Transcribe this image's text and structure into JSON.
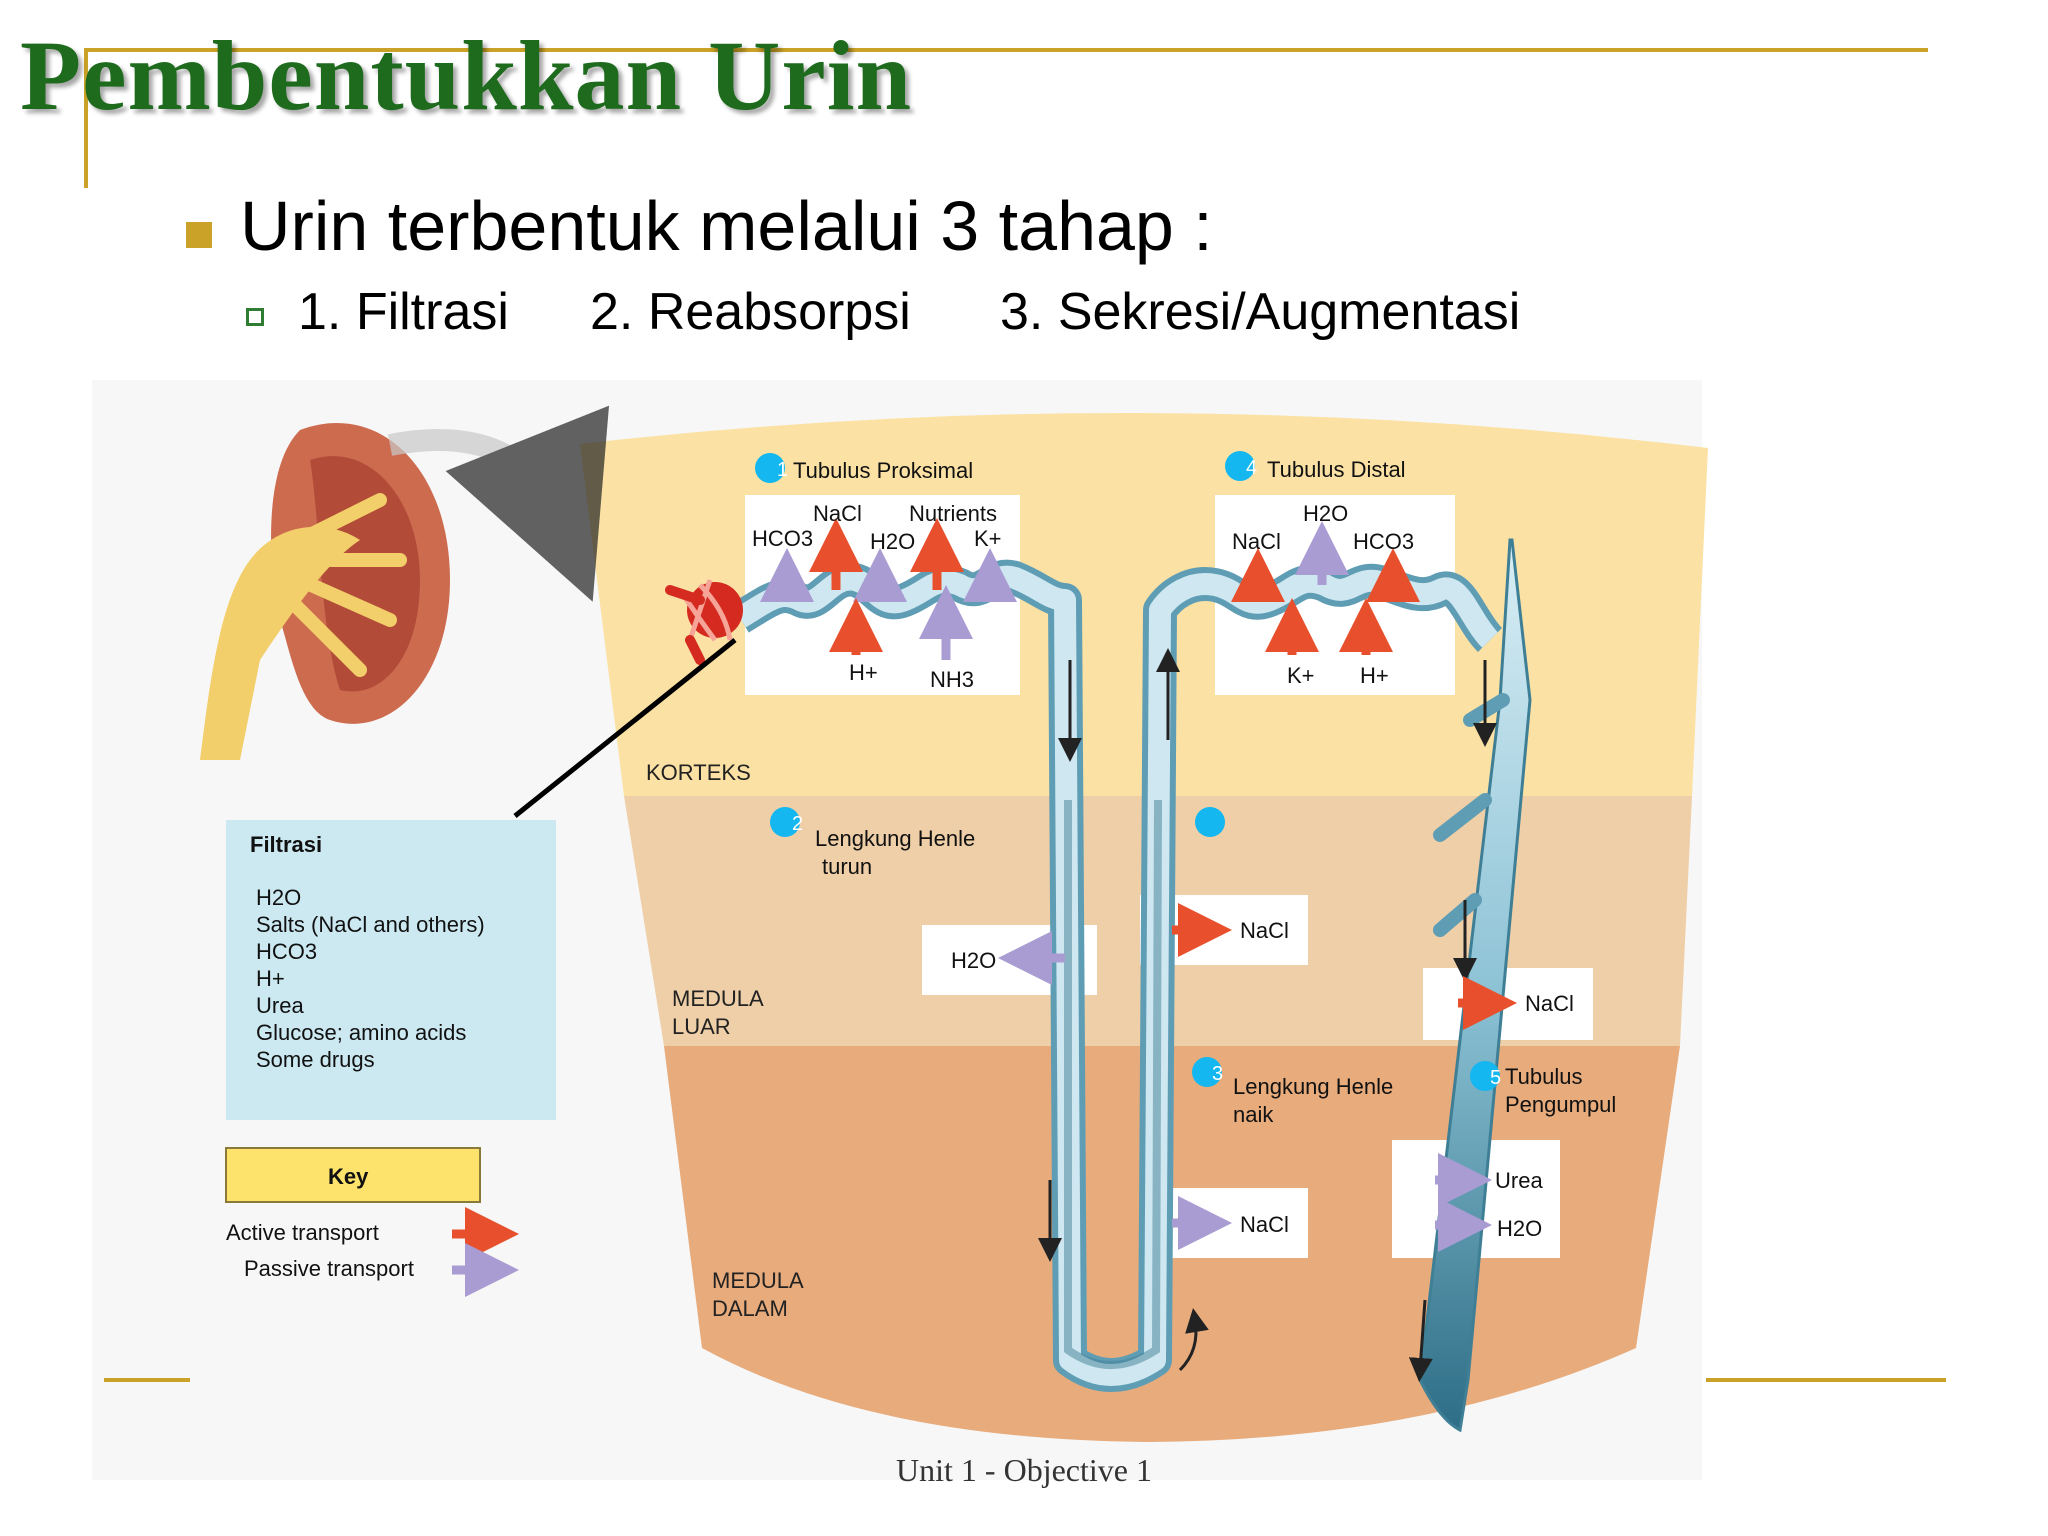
{
  "slide": {
    "title": "Pembentukkan Urin",
    "bullet": "Urin terbentuk melalui 3 tahap :",
    "sub_items": [
      "1. Filtrasi",
      "2. Reabsorpsi",
      "3. Sekresi/Augmentasi"
    ],
    "footer": "Unit 1 - Objective 1"
  },
  "diagram": {
    "zones": {
      "korteks": "KORTEKS",
      "medula_luar_1": "MEDULA",
      "medula_luar_2": "LUAR",
      "medula_dalam_1": "MEDULA",
      "medula_dalam_2": "DALAM"
    },
    "segments": {
      "s1_num": "1",
      "s1_label": "Tubulus Proksimal",
      "s2_num": "2",
      "s2_label_1": "Lengkung Henle",
      "s2_label_2": "turun",
      "s3_num": "3",
      "s3_label_1": "Lengkung Henle",
      "s3_label_2": "naik",
      "s4_num": "4",
      "s4_label": "Tubulus Distal",
      "s5_num": "5",
      "s5_label_1": "Tubulus",
      "s5_label_2": "Pengumpul"
    },
    "proximal": {
      "nacl": "NaCl",
      "nutrients": "Nutrients",
      "hco3": "HCO3",
      "h2o": "H2O",
      "k": "K+",
      "h": "H+",
      "nh3": "NH3"
    },
    "distal": {
      "h2o": "H2O",
      "nacl": "NaCl",
      "hco3": "HCO3",
      "k": "K+",
      "h": "H+"
    },
    "descending_box": "H2O",
    "ascending_upper_box": "NaCl",
    "ascending_lower_box": "NaCl",
    "collecting_upper_box": "NaCl",
    "collecting_lower_box": {
      "urea": "Urea",
      "h2o": "H2O"
    },
    "filtration": {
      "title": "Filtrasi",
      "items": [
        "H2O",
        "Salts (NaCl and others)",
        "HCO3",
        "H+",
        "Urea",
        "Glucose; amino acids",
        "Some drugs"
      ]
    },
    "key": {
      "title": "Key",
      "active": "Active transport",
      "passive": "Passive transport"
    },
    "colors": {
      "active": "#e8502d",
      "passive": "#a89cd2",
      "cortex": "#fbe2a4",
      "outer_medulla": "#eecfa8",
      "inner_medulla": "#e7ab7c",
      "marker": "#14b7ef",
      "filtration_bg": "#cce9f2",
      "key_bg": "#fde36b"
    }
  }
}
